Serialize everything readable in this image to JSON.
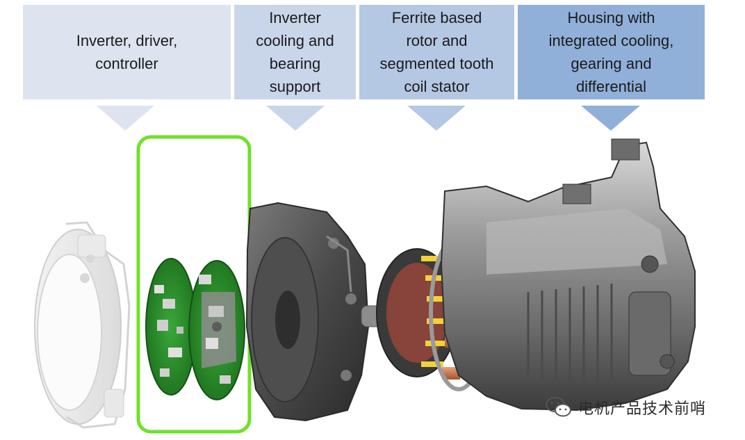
{
  "labels": [
    {
      "id": "inverter-driver-controller",
      "text": "Inverter, driver,\ncontroller",
      "color": "#dde4ef"
    },
    {
      "id": "inverter-cooling-bearing",
      "text": "Inverter\ncooling and\nbearing\nsupport",
      "color": "#c9d6ea"
    },
    {
      "id": "ferrite-rotor-stator",
      "text": "Ferrite based\nrotor and\nsegmented tooth\ncoil stator",
      "color": "#b4c8e3"
    },
    {
      "id": "housing-cooling-gearing",
      "text": "Housing with\nintegrated cooling,\ngearing and\ndifferential",
      "color": "#90b0d9"
    }
  ],
  "highlight": {
    "color": "#6fe12a"
  },
  "watermark": {
    "text": "电机产品技术前哨",
    "icon": "wechat-icon"
  }
}
